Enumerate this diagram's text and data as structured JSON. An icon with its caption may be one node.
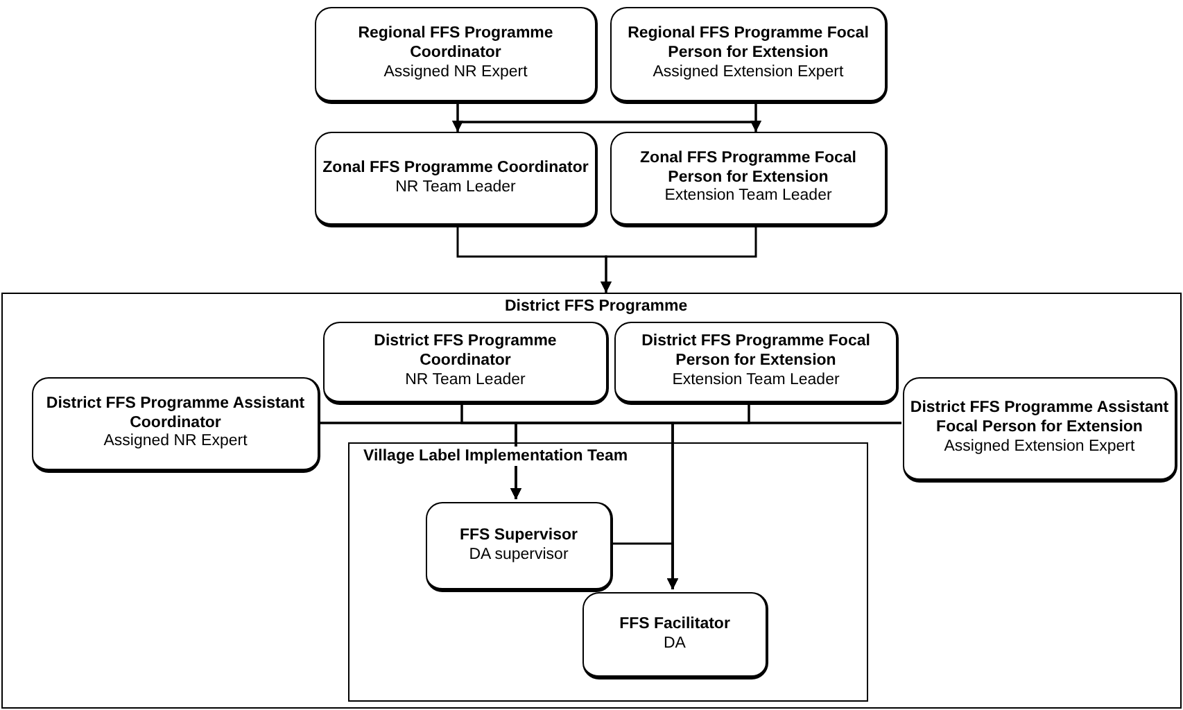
{
  "diagram": {
    "nodes": [
      {
        "text": [
          "Regional FFS Programme Coordinator",
          "Assigned NR Expert"
        ]
      },
      {
        "text": [
          "Regional FFS Programme Focal Person for Extension",
          "Assigned Extension Expert"
        ]
      },
      {
        "text": [
          "Zonal FFS Programme Coordinator",
          "NR Team Leader"
        ]
      },
      {
        "text": [
          "Zonal FFS Programme Focal Person for Extension",
          "Extension Team Leader"
        ]
      },
      {
        "text": [
          "District FFS Programme"
        ]
      },
      {
        "text": [
          "District FFS Programme Coordinator",
          "NR Team Leader"
        ],
        "in": 4
      },
      {
        "text": [
          "District FFS Programme Focal Person for Extension",
          "Extension Team Leader"
        ],
        "in": 4
      },
      {
        "text": [
          "District FFS Programme Assistant Coordinator",
          "Assigned NR Expert"
        ],
        "in": 4
      },
      {
        "text": [
          "District FFS Programme Assistant Focal Person for Extension",
          "Assigned Extension Expert"
        ],
        "in": 4
      },
      {
        "text": [
          "Village Label Implementation Team"
        ],
        "in": 4
      },
      {
        "text": [
          "FFS Supervisor",
          "DA supervisor"
        ],
        "in": 9
      },
      {
        "text": [
          "FFS Facilitator",
          "DA"
        ],
        "in": 9
      }
    ],
    "edges": [
      {
        "from": 0,
        "to": 2,
        "arrow": "to"
      },
      {
        "from": 0,
        "to": 3,
        "arrow": "to"
      },
      {
        "from": 1,
        "to": 2,
        "arrow": "to"
      },
      {
        "from": 1,
        "to": 3,
        "arrow": "to"
      },
      {
        "from": 2,
        "to": 4,
        "arrow": "to"
      },
      {
        "from": 3,
        "to": 4,
        "arrow": "to"
      },
      {
        "from": 5,
        "to": 10,
        "arrow": "to"
      },
      {
        "from": 5,
        "to": 11,
        "arrow": "to"
      },
      {
        "from": 6,
        "to": 10,
        "arrow": "to"
      },
      {
        "from": 6,
        "to": 11,
        "arrow": "to"
      },
      {
        "from": 7,
        "to": 10,
        "arrow": "to"
      },
      {
        "from": 7,
        "to": 11,
        "arrow": "to"
      },
      {
        "from": 8,
        "to": 10,
        "arrow": "to"
      },
      {
        "from": 8,
        "to": 11,
        "arrow": "to"
      },
      {
        "from": 10,
        "to": 11,
        "arrow": "to"
      }
    ]
  }
}
